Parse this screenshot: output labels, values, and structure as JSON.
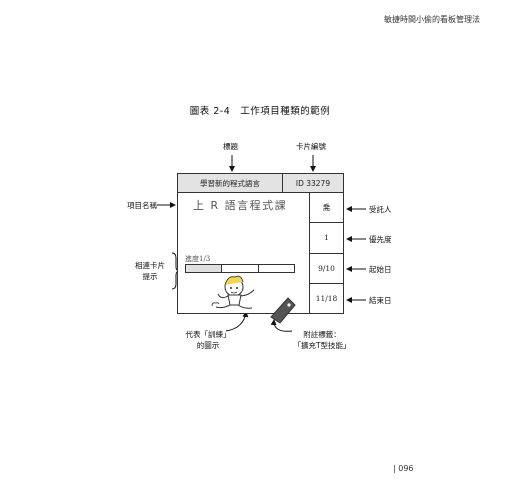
{
  "header": {
    "running_head": "敏捷時間小偷的看板管理法"
  },
  "figure": {
    "title": "圖表 2-4　工作項目種類的範例"
  },
  "card": {
    "header_title": "學習新的程式語言",
    "header_id": "ID 33279",
    "task_title": "上 R 語言程式課",
    "progress_label": "進度1/3",
    "progress": {
      "done": 1,
      "total": 3
    },
    "side_cells": [
      "喬",
      "1",
      "9/10",
      "11/18"
    ]
  },
  "callouts": {
    "title_label": "標題",
    "card_number_label": "卡片編號",
    "item_name_label": "項目名稱",
    "related_line1": "相連卡片",
    "related_line2": "提示",
    "assignee_label": "受託人",
    "priority_label": "優先度",
    "start_date_label": "起始日",
    "end_date_label": "結束日",
    "training_line1": "代表「訓練」",
    "training_line2": "的圖示",
    "tag_line1": "附註標籤：",
    "tag_line2": "「擴充T型技能」"
  },
  "footer": {
    "page_number": "| 096"
  }
}
